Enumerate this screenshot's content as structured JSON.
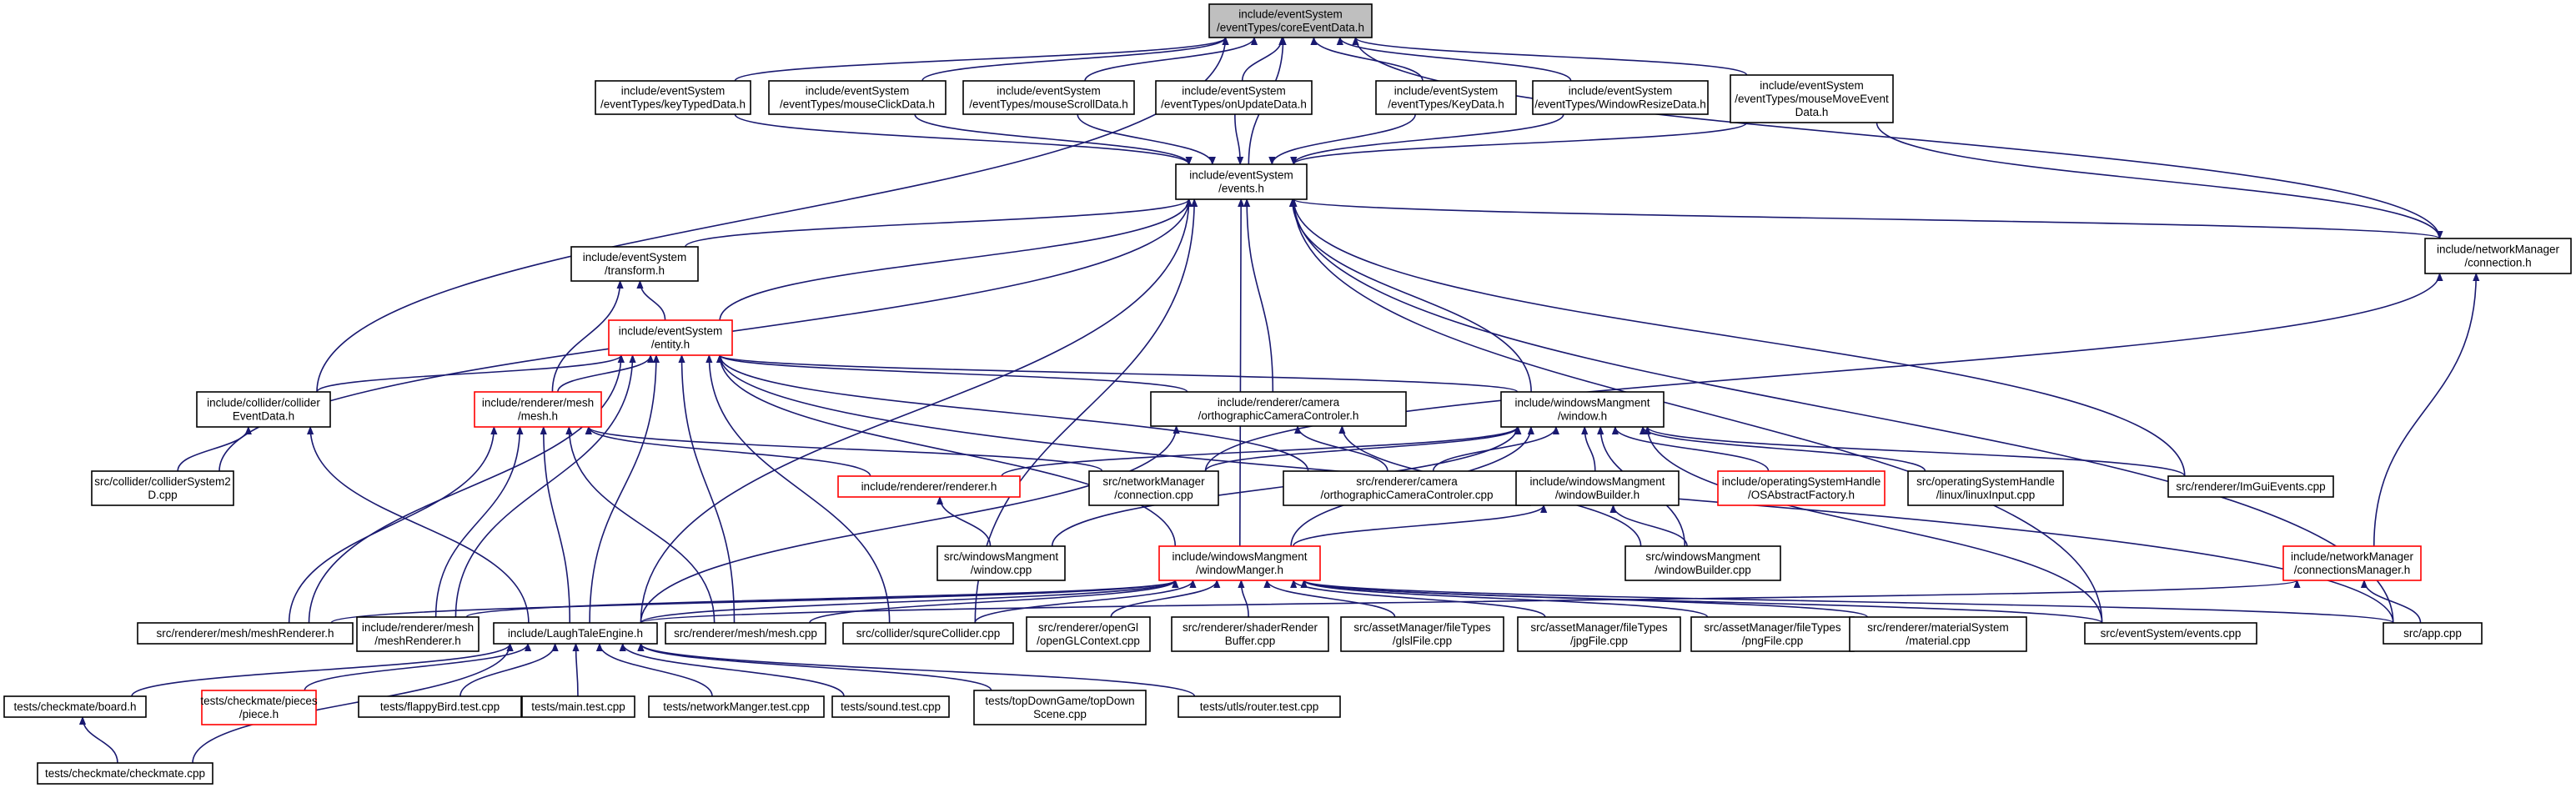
{
  "colors": {
    "edge": "#191970",
    "node_border": "#000000",
    "red_border": "#ff0000",
    "root_fill": "#bfbfbf",
    "background": "#ffffff"
  },
  "nodes": [
    {
      "id": "core",
      "lines": [
        "include/eventSystem",
        "/eventTypes/coreEventData.h"
      ],
      "style": "root"
    },
    {
      "id": "keyTyped",
      "lines": [
        "include/eventSystem",
        "/eventTypes/keyTypedData.h"
      ]
    },
    {
      "id": "mouseClick",
      "lines": [
        "include/eventSystem",
        "/eventTypes/mouseClickData.h"
      ]
    },
    {
      "id": "mouseScroll",
      "lines": [
        "include/eventSystem",
        "/eventTypes/mouseScrollData.h"
      ]
    },
    {
      "id": "onUpdate",
      "lines": [
        "include/eventSystem",
        "/eventTypes/onUpdateData.h"
      ]
    },
    {
      "id": "keyData",
      "lines": [
        "include/eventSystem",
        "/eventTypes/KeyData.h"
      ]
    },
    {
      "id": "windowResize",
      "lines": [
        "include/eventSystem",
        "/eventTypes/WindowResizeData.h"
      ]
    },
    {
      "id": "mouseMove",
      "lines": [
        "include/eventSystem",
        "/eventTypes/mouseMoveEvent",
        "Data.h"
      ]
    },
    {
      "id": "events",
      "lines": [
        "include/eventSystem",
        "/events.h"
      ]
    },
    {
      "id": "netConn",
      "lines": [
        "include/networkManager",
        "/connection.h"
      ]
    },
    {
      "id": "transform",
      "lines": [
        "include/eventSystem",
        "/transform.h"
      ]
    },
    {
      "id": "entity",
      "lines": [
        "include/eventSystem",
        "/entity.h"
      ],
      "style": "red"
    },
    {
      "id": "colliderH",
      "lines": [
        "include/collider/collider",
        "EventData.h"
      ]
    },
    {
      "id": "meshH",
      "lines": [
        "include/renderer/mesh",
        "/mesh.h"
      ],
      "style": "red"
    },
    {
      "id": "orthoH",
      "lines": [
        "include/renderer/camera",
        "/orthographicCameraControler.h"
      ]
    },
    {
      "id": "windowH",
      "lines": [
        "include/windowsMangment",
        "/window.h"
      ]
    },
    {
      "id": "colliderSys",
      "lines": [
        "src/collider/colliderSystem2",
        "D.cpp"
      ]
    },
    {
      "id": "rendererH",
      "lines": [
        "include/renderer/renderer.h"
      ],
      "style": "red"
    },
    {
      "id": "netConnCpp",
      "lines": [
        "src/networkManager",
        "/connection.cpp"
      ]
    },
    {
      "id": "orthoCpp",
      "lines": [
        "src/renderer/camera",
        "/orthographicCameraControler.cpp"
      ]
    },
    {
      "id": "windowBuilderH",
      "lines": [
        "include/windowsMangment",
        "/windowBuilder.h"
      ]
    },
    {
      "id": "osAbstract",
      "lines": [
        "include/operatingSystemHandle",
        "/OSAbstractFactory.h"
      ],
      "style": "red"
    },
    {
      "id": "linuxInput",
      "lines": [
        "src/operatingSystemHandle",
        "/linux/linuxInput.cpp"
      ]
    },
    {
      "id": "imgui",
      "lines": [
        "src/renderer/ImGuiEvents.cpp"
      ]
    },
    {
      "id": "windowCpp",
      "lines": [
        "src/windowsMangment",
        "/window.cpp"
      ]
    },
    {
      "id": "windowMangerH",
      "lines": [
        "include/windowsMangment",
        "/windowManger.h"
      ],
      "style": "red"
    },
    {
      "id": "windowBuilderCpp",
      "lines": [
        "src/windowsMangment",
        "/windowBuilder.cpp"
      ]
    },
    {
      "id": "connMgr",
      "lines": [
        "include/networkManager",
        "/connectionsManager.h"
      ],
      "style": "red"
    },
    {
      "id": "meshRendererCpp",
      "lines": [
        "src/renderer/mesh/meshRenderer.h"
      ]
    },
    {
      "id": "meshRendererH",
      "lines": [
        "include/renderer/mesh",
        "/meshRenderer.h"
      ]
    },
    {
      "id": "laughTale",
      "lines": [
        "include/LaughTaleEngine.h"
      ]
    },
    {
      "id": "meshCpp",
      "lines": [
        "src/renderer/mesh/mesh.cpp"
      ]
    },
    {
      "id": "squreCollider",
      "lines": [
        "src/collider/squreCollider.cpp"
      ]
    },
    {
      "id": "openGL",
      "lines": [
        "src/renderer/openGl",
        "/openGLContext.cpp"
      ]
    },
    {
      "id": "shaderRender",
      "lines": [
        "src/renderer/shaderRender",
        "Buffer.cpp"
      ]
    },
    {
      "id": "glslFile",
      "lines": [
        "src/assetManager/fileTypes",
        "/glslFile.cpp"
      ]
    },
    {
      "id": "jpgFile",
      "lines": [
        "src/assetManager/fileTypes",
        "/jpgFile.cpp"
      ]
    },
    {
      "id": "pngFile",
      "lines": [
        "src/assetManager/fileTypes",
        "/pngFile.cpp"
      ]
    },
    {
      "id": "material",
      "lines": [
        "src/renderer/materialSystem",
        "/material.cpp"
      ]
    },
    {
      "id": "eventsCpp",
      "lines": [
        "src/eventSystem/events.cpp"
      ]
    },
    {
      "id": "appCpp",
      "lines": [
        "src/app.cpp"
      ]
    },
    {
      "id": "board",
      "lines": [
        "tests/checkmate/board.h"
      ]
    },
    {
      "id": "piece",
      "lines": [
        "tests/checkmate/pieces",
        "/piece.h"
      ],
      "style": "red"
    },
    {
      "id": "flappy",
      "lines": [
        "tests/flappyBird.test.cpp"
      ]
    },
    {
      "id": "mainTest",
      "lines": [
        "tests/main.test.cpp"
      ]
    },
    {
      "id": "netMgrTest",
      "lines": [
        "tests/networkManger.test.cpp"
      ]
    },
    {
      "id": "soundTest",
      "lines": [
        "tests/sound.test.cpp"
      ]
    },
    {
      "id": "topDown",
      "lines": [
        "tests/topDownGame/topDown",
        "Scene.cpp"
      ]
    },
    {
      "id": "routerTest",
      "lines": [
        "tests/utls/router.test.cpp"
      ]
    },
    {
      "id": "checkmate",
      "lines": [
        "tests/checkmate/checkmate.cpp"
      ]
    }
  ],
  "edges": [
    [
      "keyTyped",
      "core"
    ],
    [
      "mouseClick",
      "core"
    ],
    [
      "mouseScroll",
      "core"
    ],
    [
      "onUpdate",
      "core"
    ],
    [
      "keyData",
      "core"
    ],
    [
      "windowResize",
      "core"
    ],
    [
      "mouseMove",
      "core"
    ],
    [
      "events",
      "core"
    ],
    [
      "colliderH",
      "core"
    ],
    [
      "netConn",
      "core"
    ],
    [
      "keyTyped",
      "events"
    ],
    [
      "mouseClick",
      "events"
    ],
    [
      "mouseScroll",
      "events"
    ],
    [
      "onUpdate",
      "events"
    ],
    [
      "keyData",
      "events"
    ],
    [
      "windowResize",
      "events"
    ],
    [
      "mouseMove",
      "events"
    ],
    [
      "mouseMove",
      "netConn"
    ],
    [
      "netConn",
      "events"
    ],
    [
      "transform",
      "events"
    ],
    [
      "entity",
      "events"
    ],
    [
      "colliderSys",
      "events"
    ],
    [
      "laughTale",
      "events"
    ],
    [
      "orthoH",
      "events"
    ],
    [
      "windowH",
      "events"
    ],
    [
      "squreCollider",
      "events"
    ],
    [
      "windowMangerH",
      "events"
    ],
    [
      "imgui",
      "events"
    ],
    [
      "eventsCpp",
      "events"
    ],
    [
      "appCpp",
      "events"
    ],
    [
      "entity",
      "transform"
    ],
    [
      "meshH",
      "transform"
    ],
    [
      "colliderH",
      "entity"
    ],
    [
      "meshH",
      "entity"
    ],
    [
      "orthoH",
      "entity"
    ],
    [
      "windowH",
      "entity"
    ],
    [
      "meshRendererCpp",
      "entity"
    ],
    [
      "meshRendererH",
      "entity"
    ],
    [
      "laughTale",
      "entity"
    ],
    [
      "meshCpp",
      "entity"
    ],
    [
      "squreCollider",
      "entity"
    ],
    [
      "windowMangerH",
      "entity"
    ],
    [
      "orthoCpp",
      "entity"
    ],
    [
      "appCpp",
      "entity"
    ],
    [
      "colliderSys",
      "colliderH"
    ],
    [
      "laughTale",
      "colliderH"
    ],
    [
      "rendererH",
      "meshH"
    ],
    [
      "netConnCpp",
      "meshH"
    ],
    [
      "meshRendererCpp",
      "meshH"
    ],
    [
      "meshRendererH",
      "meshH"
    ],
    [
      "laughTale",
      "meshH"
    ],
    [
      "meshCpp",
      "meshH"
    ],
    [
      "orthoCpp",
      "orthoH"
    ],
    [
      "laughTale",
      "orthoH"
    ],
    [
      "windowBuilderCpp",
      "orthoH"
    ],
    [
      "rendererH",
      "windowH"
    ],
    [
      "netConnCpp",
      "windowH"
    ],
    [
      "orthoCpp",
      "windowH"
    ],
    [
      "windowBuilderH",
      "windowH"
    ],
    [
      "osAbstract",
      "windowH"
    ],
    [
      "linuxInput",
      "windowH"
    ],
    [
      "imgui",
      "windowH"
    ],
    [
      "windowCpp",
      "windowH"
    ],
    [
      "windowMangerH",
      "windowH"
    ],
    [
      "windowBuilderCpp",
      "windowH"
    ],
    [
      "eventsCpp",
      "windowH"
    ],
    [
      "netConnCpp",
      "netConn"
    ],
    [
      "connMgr",
      "netConn"
    ],
    [
      "windowCpp",
      "rendererH"
    ],
    [
      "windowMangerH",
      "windowBuilderH"
    ],
    [
      "windowBuilderCpp",
      "windowBuilderH"
    ],
    [
      "meshRendererCpp",
      "windowMangerH"
    ],
    [
      "meshRendererH",
      "windowMangerH"
    ],
    [
      "laughTale",
      "windowMangerH"
    ],
    [
      "meshCpp",
      "windowMangerH"
    ],
    [
      "squreCollider",
      "windowMangerH"
    ],
    [
      "openGL",
      "windowMangerH"
    ],
    [
      "shaderRender",
      "windowMangerH"
    ],
    [
      "glslFile",
      "windowMangerH"
    ],
    [
      "jpgFile",
      "windowMangerH"
    ],
    [
      "pngFile",
      "windowMangerH"
    ],
    [
      "material",
      "windowMangerH"
    ],
    [
      "eventsCpp",
      "windowMangerH"
    ],
    [
      "appCpp",
      "windowMangerH"
    ],
    [
      "laughTale",
      "connMgr"
    ],
    [
      "appCpp",
      "connMgr"
    ],
    [
      "board",
      "laughTale"
    ],
    [
      "piece",
      "laughTale"
    ],
    [
      "flappy",
      "laughTale"
    ],
    [
      "mainTest",
      "laughTale"
    ],
    [
      "netMgrTest",
      "laughTale"
    ],
    [
      "soundTest",
      "laughTale"
    ],
    [
      "topDown",
      "laughTale"
    ],
    [
      "routerTest",
      "laughTale"
    ],
    [
      "checkmate",
      "laughTale"
    ],
    [
      "checkmate",
      "board"
    ]
  ]
}
